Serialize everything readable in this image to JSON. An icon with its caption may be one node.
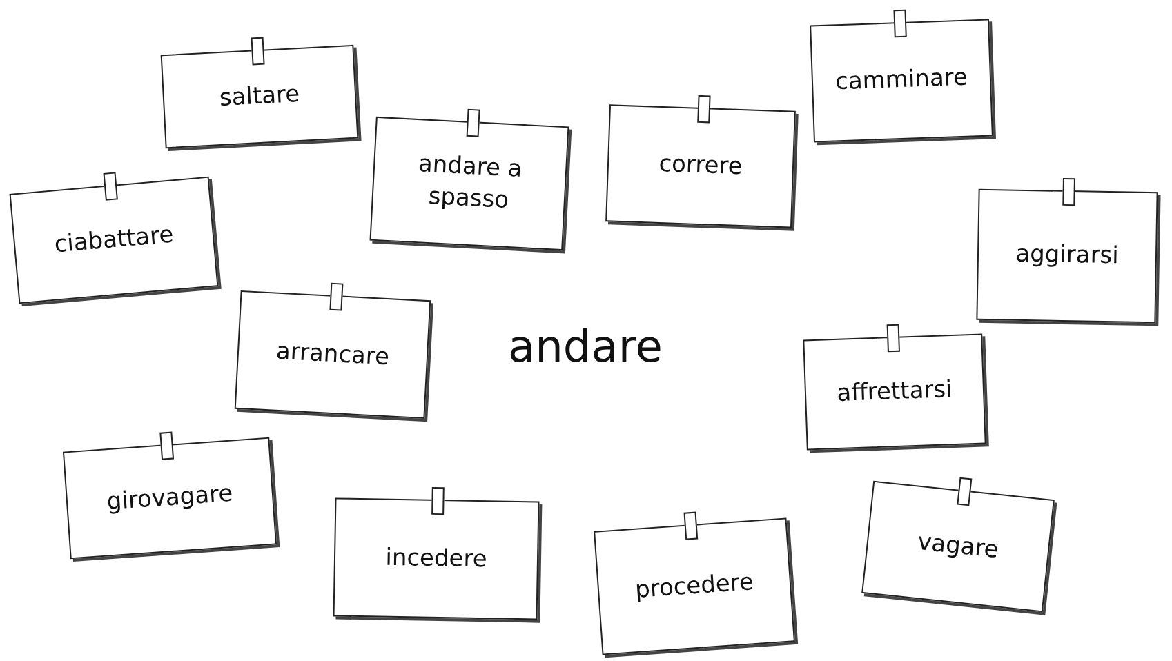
{
  "diagram": {
    "nodes": [
      {
        "text": [
          "saltare"
        ]
      },
      {
        "text": [
          "ciabattare"
        ]
      },
      {
        "text": [
          "andare a spasso"
        ]
      },
      {
        "text": [
          "correre"
        ]
      },
      {
        "text": [
          "camminare"
        ]
      },
      {
        "text": [
          "aggirarsi"
        ]
      },
      {
        "text": [
          "arrancare"
        ]
      },
      {
        "text": [
          "girovagare"
        ]
      },
      {
        "text": [
          "affrettarsi"
        ]
      },
      {
        "text": [
          "vagare"
        ]
      },
      {
        "text": [
          "incedere"
        ]
      },
      {
        "text": [
          "procedere"
        ]
      }
    ],
    "labels": [
      "andare"
    ]
  }
}
